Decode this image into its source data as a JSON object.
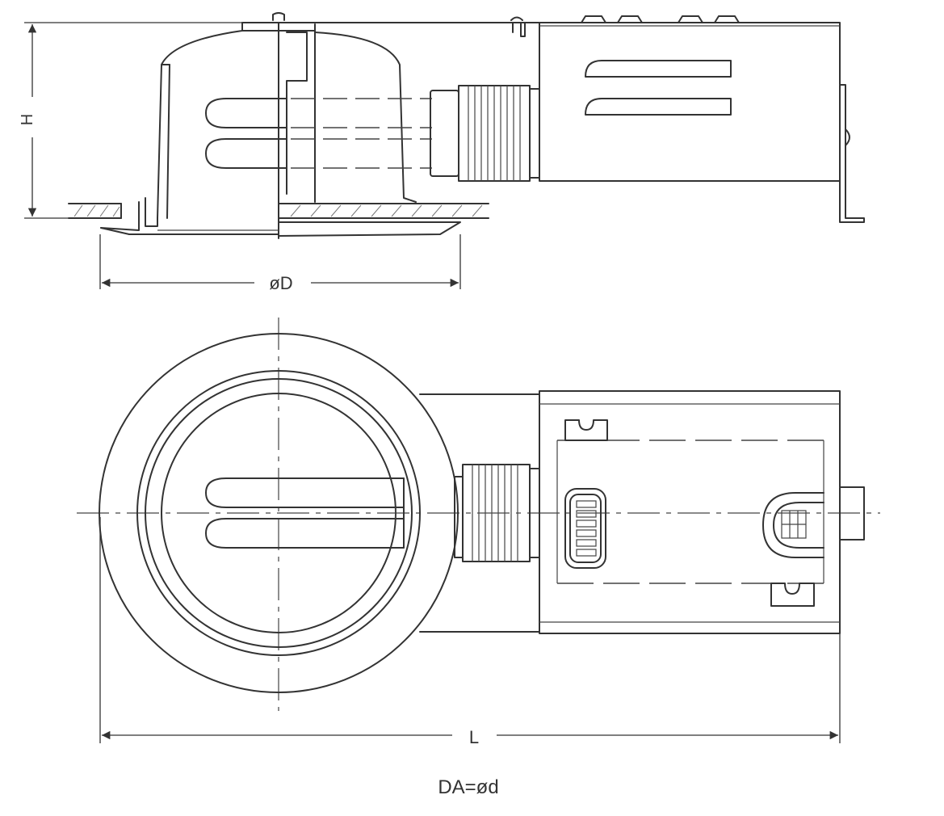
{
  "labels": {
    "height": "H",
    "outer_diameter": "øD",
    "length": "L",
    "cutout_note": "DA=ød"
  }
}
